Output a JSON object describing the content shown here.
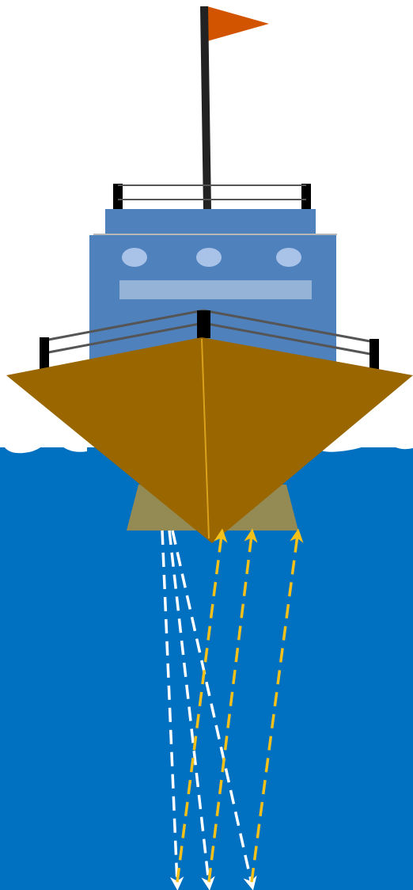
{
  "colors": {
    "background": "#ffffff",
    "sea": "#0070c0",
    "wave_crest": "#ffffff",
    "flag": "#d35400",
    "mast": "#222222",
    "cabin": "#4f81bd",
    "cabin_window": "#a9c3e8",
    "cabin_stripe": "#95b3d7",
    "railing_post": "#000000",
    "railing_wire": "#555555",
    "hull": "#996600",
    "hull_keel_line": "#d9a21a",
    "transducer": "#948a54",
    "sound_ray_outgoing": "#ffffff",
    "sound_ray_returning": "#f4c01a"
  },
  "diagram": {
    "subject": "ship-echo-sounder",
    "outgoing_ray_count": 3,
    "returning_ray_count": 3
  }
}
